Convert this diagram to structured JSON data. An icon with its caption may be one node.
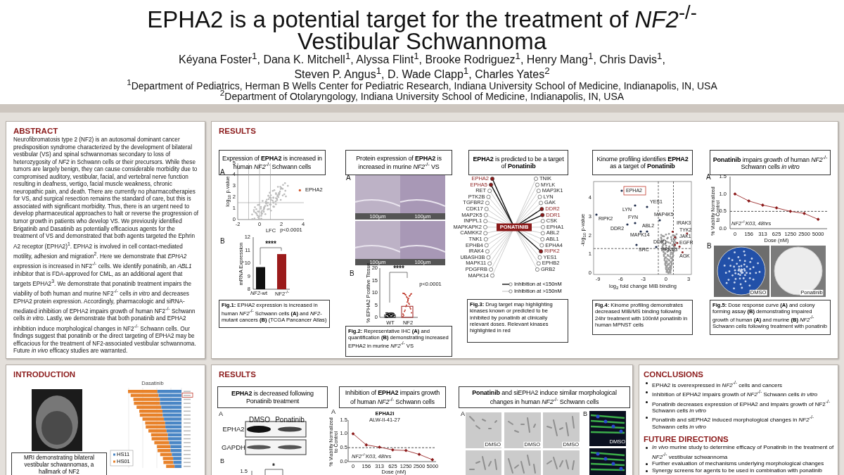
{
  "diagram": {
    "title": "EPHA2 is a potential target for the treatment of *NF2*$^{-/-}$ Vestibular Schwannoma",
    "nodes": [
      {
        "text": [
          "ABSTRACT",
          "Neurofibromatosis type 2 (NF2) is an autosomal dominant cancer predisposition syndrome characterized by the development of bilateral vestibular (VS) and spinal schwannomas secondary to loss of heterozygosity of *NF2* in Schwann cells or their precursors. While these tumors are largely benign, they can cause considerable morbidity due to compromised auditory, vestibular, facial, and vertebral nerve function resulting in deafness, vertigo, facial muscle weakness, chronic neuropathic pain, and death. There are currently no pharmacotherapies for VS, and surgical resection remains the standard of care, but this is associated with significant morbidity. Thus, there is an urgent need to develop pharmaceutical approaches to halt or reverse the progression of tumor growth in patients who develop VS. We previously identified Brigatinib and Dasatinib as potentially efficacious agents for the treatment of VS and demonstrated that both agents targeted the Ephrin A2 receptor (EPHA2)$^{1}$. EPHA2 is involved in cell contact-mediated motility, adhesion and migration$^{2}$. Here we demonstrate that *EPHA2* expression is increased in NF2$^{-/-}$ cells. We identify ponatinib, an *ABL1* inhibitor that is FDA-approved for CML, as an additional agent that targets EPHA2$^{3}$. We demonstrate that ponatinib treatment impairs the viability of both human and murine NF2$^{-/-}$ cells *in vitro* and decreases EPHA2 protein expression. Accordingly, pharmacologic and siRNA-mediated inhibition of EPHA2 impairs growth of human NF2$^{-/-}$ Schwann cells *in vitro*. Lastly, we demonstrate that both ponatinib and EPHA2 inhibition induce morphological changes in NF2$^{-/-}$ Schwann cells. Our findings suggest that ponatinib or the direct targeting of EPHA2 may be efficacious for the treatment of NF2-associated vestibular schwannoma. Future *in vivo* efficacy studies are warranted."
        ]
      },
      {
        "text": [
          "RESULTS"
        ]
      },
      {
        "text": [
          "Expression of **EPHA2** is increased in human *NF2*$^{-/-}$ Schwann cells"
        ],
        "in": 1
      },
      {
        "text": [
          "**Fig.1:** EPHA2 expression is increased in human *NF2*$^{-/-}$ Schwann cells **(A)** and *NF2*-mutant cancers **(B)** (TCGA Pancancer Atlas)"
        ],
        "in": 1
      },
      {
        "text": [
          "Protein expression of **EPHA2** is increased in murine *NF2*$^{-/-}$ VS"
        ],
        "in": 1
      },
      {
        "text": [
          "**Fig.2:** Representative IHC **(A)** and quantification **(B)** demonstrating increased EPHA2 in murine *NF2*$^{-/-}$ VS"
        ],
        "in": 1
      },
      {
        "text": [
          "**EPHA2** is predicted to be a target of **Ponatinib**"
        ],
        "in": 1
      },
      {
        "text": [
          "**Fig.3:** Drug target map highlighting kinases known or predicted to be inhibited by ponatinib at clinically relevant doses. Relevant kinases highlighted in red"
        ],
        "in": 1
      },
      {
        "text": [
          "Kinome profiling identifies **EPHA2** as a target of **Ponatinib**"
        ],
        "in": 1
      },
      {
        "text": [
          "**Fig.4:** Kinome profiling demonstrates decreased MIB/MS binding following 24hr treatment with 100nM ponatinib in human MPNST cells"
        ],
        "in": 1
      },
      {
        "text": [
          "**Ponatinib** impairs growth of human *NF2*$^{-/-}$ Schwann cells *in vitro*"
        ],
        "in": 1
      },
      {
        "text": [
          "**Fig.5:** Dose response curve **(A)** and colony forming assay **(B)** demonstrating impaired growth of human **(A)** and murine **(B)** *NF2*$^{-/-}$ Schwann cells following treatment with ponatinib"
        ],
        "in": 1
      },
      {
        "text": [
          "INTRODUCTION"
        ]
      },
      {
        "text": [
          "MRI demonstrating bilateral vestibular schwannomas, a hallmark of NF2"
        ],
        "in": 12
      },
      {
        "text": [
          "RESULTS"
        ]
      },
      {
        "text": [
          "**EPHA2** is decreased following Ponatinib treatment"
        ],
        "in": 14
      },
      {
        "text": [
          "Inhibition of **EPHA2** impairs growth of human *NF2*$^{-/-}$ Schwann cells"
        ],
        "in": 14
      },
      {
        "text": [
          "**Ponatinib** and siEPHA2 induce similar morphological changes in human *NF2*$^{-/-}$ Schwann cells"
        ],
        "in": 14
      },
      {
        "text": [
          "CONCLUSIONS",
          "EPHA2 is overexpressed in *NF2*$^{-/-}$ cells and cancers",
          "Inhibition of EPHA2 impairs growth of *NF2*$^{-/-}$ Schwann cells *in vitro*",
          "Ponatinib decreases expression of EPHA2 and impairs growth of NF2$^{-/-}$ Schwann cells *in vitro*",
          "Ponatinib and siEPHA2 induced morphological changes in *NF2*$^{-/-}$ Schwann cells *in vitro*",
          "FUTURE DIRECTIONS",
          "*In vivo* murine study to determine efficacy of Ponatinib in the treatment of *NF2*$^{-/-}$ vestibular schwannoma",
          "Further evaluation of mechanisms underlying morphological changes",
          "Synergy screens for agents to be used in combination with ponatinib"
        ]
      }
    ],
    "labels": [
      "Kéyana Foster$^{1}$, Dana K. Mitchell$^{1}$, Alyssa Flint$^{1}$, Brooke Rodriguez$^{1}$, Henry Mang$^{1}$, Chris Davis$^{1}$, Steven P. Angus$^{1}$, D. Wade Clapp$^{1}$, Charles Yates$^{2}$",
      "$^{1}$Department of Pediatrics, Herman B Wells Center for Pediatric Research, Indiana University School of Medicine, Indianapolis, IN, USA",
      "$^{2}$Department of Otolaryngology, Indiana University School of Medicine, Indianapolis, IN, USA",
      "A",
      "5",
      "4",
      "3",
      "2",
      "1",
      "0",
      "-2",
      "0",
      "2",
      "4",
      "LFC",
      "log$_{10}$ p.value",
      "EPHA2",
      "B",
      "p<0.0001",
      "****",
      "12",
      "11",
      "10",
      "9",
      "8",
      "mRNA Expression",
      "*NF2*-wt",
      "NF2$^{-/-}$",
      "A",
      "100µm",
      "100µm",
      "100µm",
      "100µm",
      "B",
      "20",
      "15",
      "10",
      "5",
      "0",
      "% EPHA2 Positive Tissue",
      "****",
      "p<0.0001",
      "WT",
      "NF2",
      "PONATINIB",
      "EPHA2",
      "TNIK",
      "EPHA5",
      "MYLK",
      "RET",
      "MAP3K1",
      "PTK2B",
      "LYN",
      "TGFBR2",
      "GAK",
      "CDK17",
      "DDR2",
      "MAP2K5",
      "DDR1",
      "INPPL1",
      "CSK",
      "MAPKAPK2",
      "EPHA1",
      "CAMKK2",
      "ABL2",
      "TNK1",
      "ABL1",
      "EPHB4",
      "EPHA4",
      "IRAK4",
      "RIPK2",
      "UBASH3B",
      "YES1",
      "MAPK11",
      "EPHB2",
      "PDGFRB",
      "GRB2",
      "MAPK14",
      "EPHA2",
      "YES1",
      "LYN",
      "RIPK2",
      "FYN",
      "MAP4K5",
      "DDR2",
      "ABL2",
      "IRAK3",
      "MAPK14",
      "TYK2",
      "JAK1",
      "DDR1",
      "EGFR",
      "SRC",
      "PRKD3",
      "AGK",
      "0",
      "1",
      "2",
      "3",
      "4",
      "-9",
      "-6",
      "-3",
      "0",
      "3",
      "-log$_{10}$ p-value",
      "log$_{2}$ fold change MIB binding",
      "A",
      "1.5",
      "1.0",
      "0.5",
      "0.0",
      "% Viability Normalized to Control",
      "0",
      "156",
      "313",
      "625",
      "1250",
      "2500",
      "5000",
      "Dose (nM)",
      "NF2$^{-/-}$K03, 48hrs",
      "B",
      "DMSO",
      "Ponatinib",
      "Dasatinib",
      "A",
      "DMSO",
      "Ponatinib",
      "EPHA2",
      "GAPDH",
      "B",
      "1.5",
      "*",
      "A",
      "EPHA2i",
      "1.5",
      "ALW-II-41-27",
      "1.0",
      "0.5",
      "0.0",
      "0",
      "156",
      "313",
      "625",
      "1250",
      "2500",
      "5000",
      "Dose (nM)",
      "% Viability Normalized to Control",
      "NF2$^{-/-}$K03, 48hrs",
      "A",
      "B",
      "DMSO",
      "DMSO",
      "DMSO",
      "DMSO"
    ],
    "legend": [
      {
        "text": "Inhibition at <150nM"
      },
      {
        "text": "Inhibition at >150nM"
      },
      {
        "text": "HS11",
        "color": "#4a86c5"
      },
      {
        "text": "HS01",
        "color": "#e8822a"
      }
    ]
  }
}
